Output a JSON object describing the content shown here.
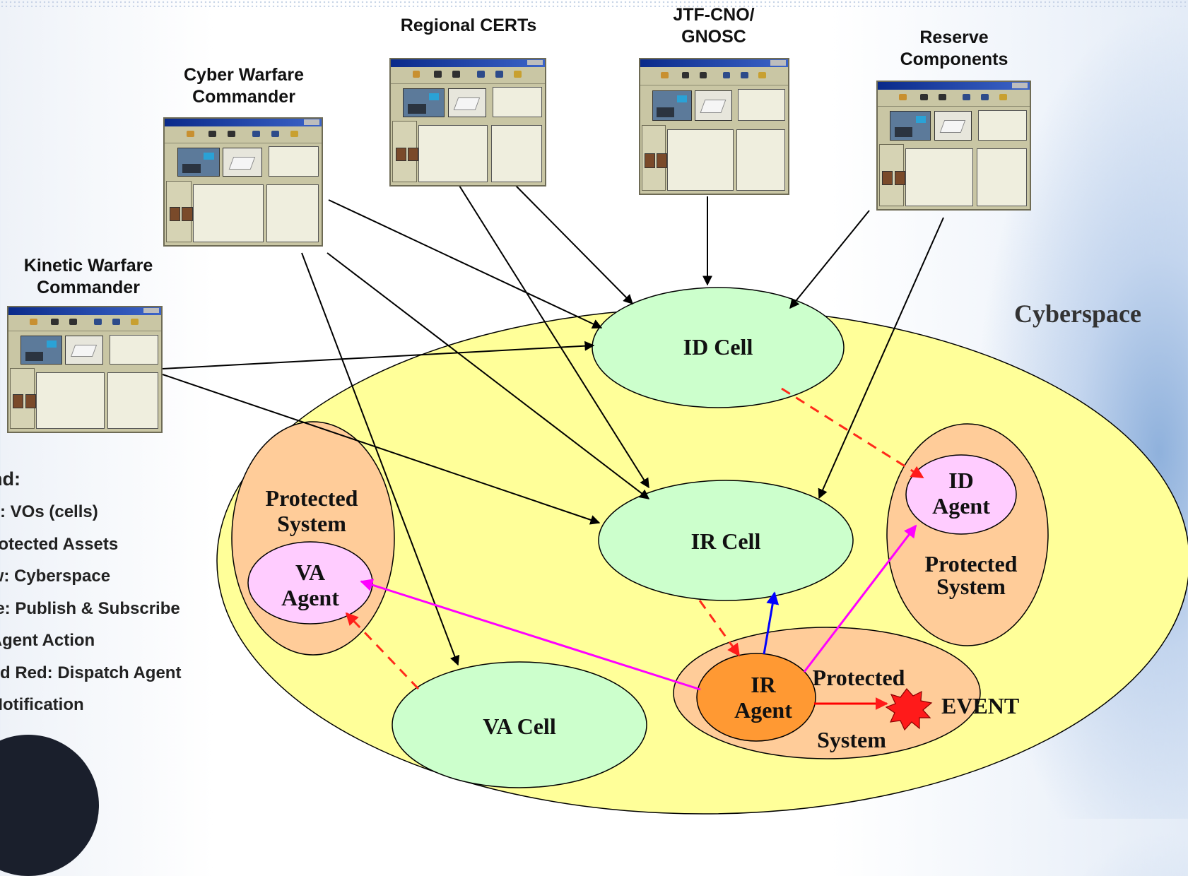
{
  "commanders": {
    "cyber_warfare": "Cyber Warfare\nCommander",
    "regional_certs": "Regional CERTs",
    "jtf_cno": "JTF-CNO/\nGNOSC",
    "reserve": "Reserve\nComponents",
    "kinetic_warfare": "Kinetic Warfare\nCommander"
  },
  "cyberspace_label": "Cyberspace",
  "cells": {
    "id_cell": "ID Cell",
    "ir_cell": "IR Cell",
    "va_cell": "VA Cell"
  },
  "protected_left": {
    "system": "Protected\nSystem",
    "agent": "VA\nAgent"
  },
  "protected_right": {
    "agent": "ID\nAgent",
    "system": "Protected\nSystem"
  },
  "protected_bottom": {
    "agent": "IR\nAgent",
    "system_top": "Protected",
    "system_bottom": "System",
    "event": "EVENT"
  },
  "legend": {
    "title": "end:",
    "items": [
      "en: VOs (cells)",
      "Protected Assets",
      "ow: Cyberspace",
      "ple: Publish & Subscribe",
      ": Agent Action",
      "hed Red: Dispatch Agent",
      ": Notification"
    ]
  },
  "colors": {
    "cyberspace_fill": "#ffff99",
    "cell_fill": "#ccffcc",
    "protected_fill": "#ffcc99",
    "agent_fill": "#ffccff",
    "ir_agent_fill": "#ff9933",
    "publish_subscribe": "#ff00ff",
    "agent_action": "#ff0000",
    "dispatch_agent": "#ff2a1a",
    "notification": "#0000ff",
    "command_link": "#000000"
  }
}
